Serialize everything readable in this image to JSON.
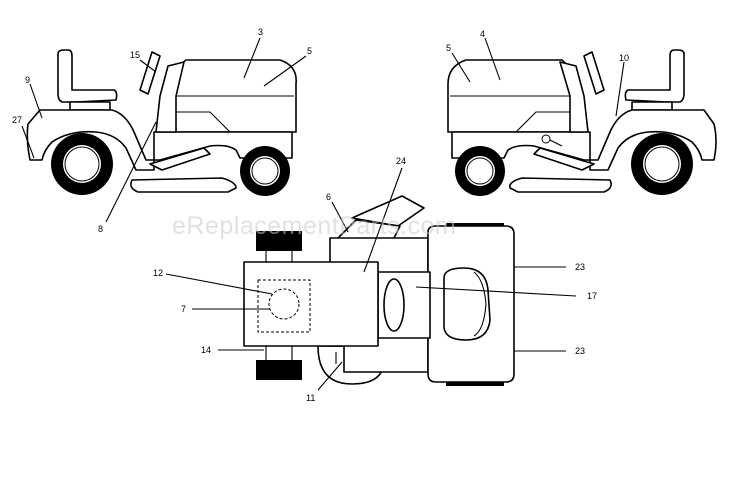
{
  "watermark": "eReplacementParts.com",
  "callouts": {
    "left_mower": [
      "3",
      "5",
      "15",
      "9",
      "27",
      "8"
    ],
    "right_mower": [
      "4",
      "5",
      "10"
    ],
    "top_view": [
      "24",
      "6",
      "12",
      "7",
      "14",
      "11",
      "23",
      "17",
      "23"
    ]
  }
}
